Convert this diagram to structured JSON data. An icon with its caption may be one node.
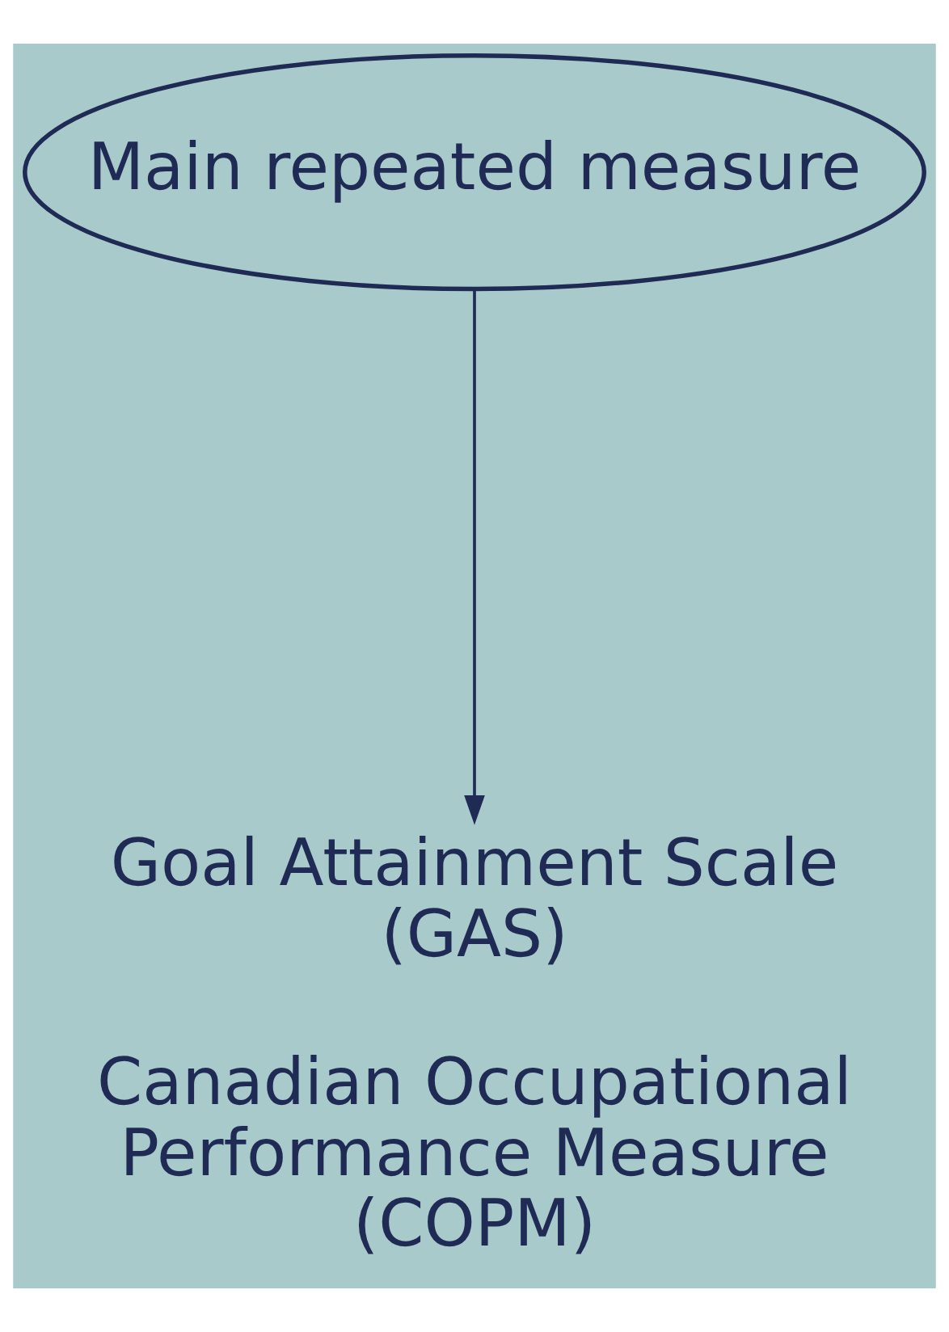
{
  "diagram": {
    "nodes": [
      {
        "text": [
          "Main repeated measure"
        ]
      },
      {
        "text": [
          "Goal Attainment Scale (GAS)",
          "Canadian Occupational Performance Measure (COPM)"
        ]
      }
    ],
    "edges": [
      {
        "from": 0,
        "to": 1,
        "arrow": "to"
      }
    ]
  }
}
